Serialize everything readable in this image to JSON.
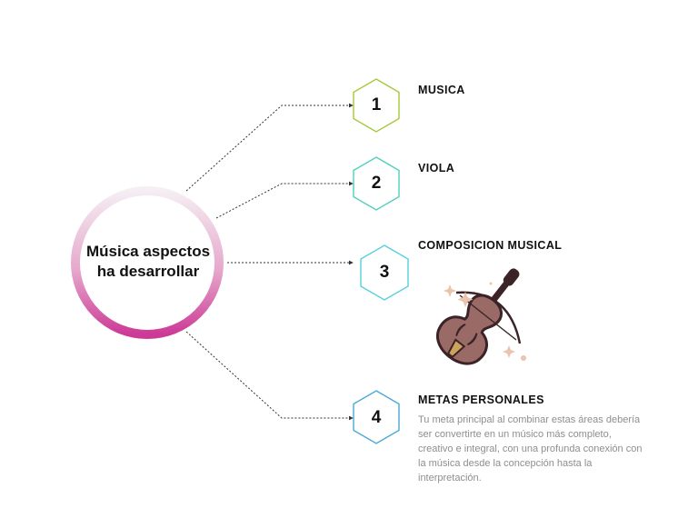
{
  "center": {
    "line1": "Música aspectos",
    "line2": "ha desarrollar"
  },
  "colors": {
    "ring_top": "#f5eef3",
    "ring_bottom": "#cc3a96",
    "hex1": "#a6c93a",
    "hex2": "#4fcfbb",
    "hex3": "#55d0de",
    "hex4": "#4aa8d6",
    "connector": "#333333",
    "violin_body": "#9a6b66",
    "violin_outline": "#3b2328",
    "violin_accent": "#c9a45a",
    "sparkle": "#ecc3ae"
  },
  "items": [
    {
      "number": "1",
      "title": "MUSICA",
      "description": ""
    },
    {
      "number": "2",
      "title": "VIOLA",
      "description": ""
    },
    {
      "number": "3",
      "title": "COMPOSICION MUSICAL",
      "description": ""
    },
    {
      "number": "4",
      "title": "METAS PERSONALES",
      "description": " Tu meta principal al combinar estas áreas debería ser convertirte en un músico más completo, creativo e integral, con una profunda conexión con la música desde la concepción hasta la interpretación."
    }
  ],
  "illustration": {
    "icon": "violin-icon"
  }
}
